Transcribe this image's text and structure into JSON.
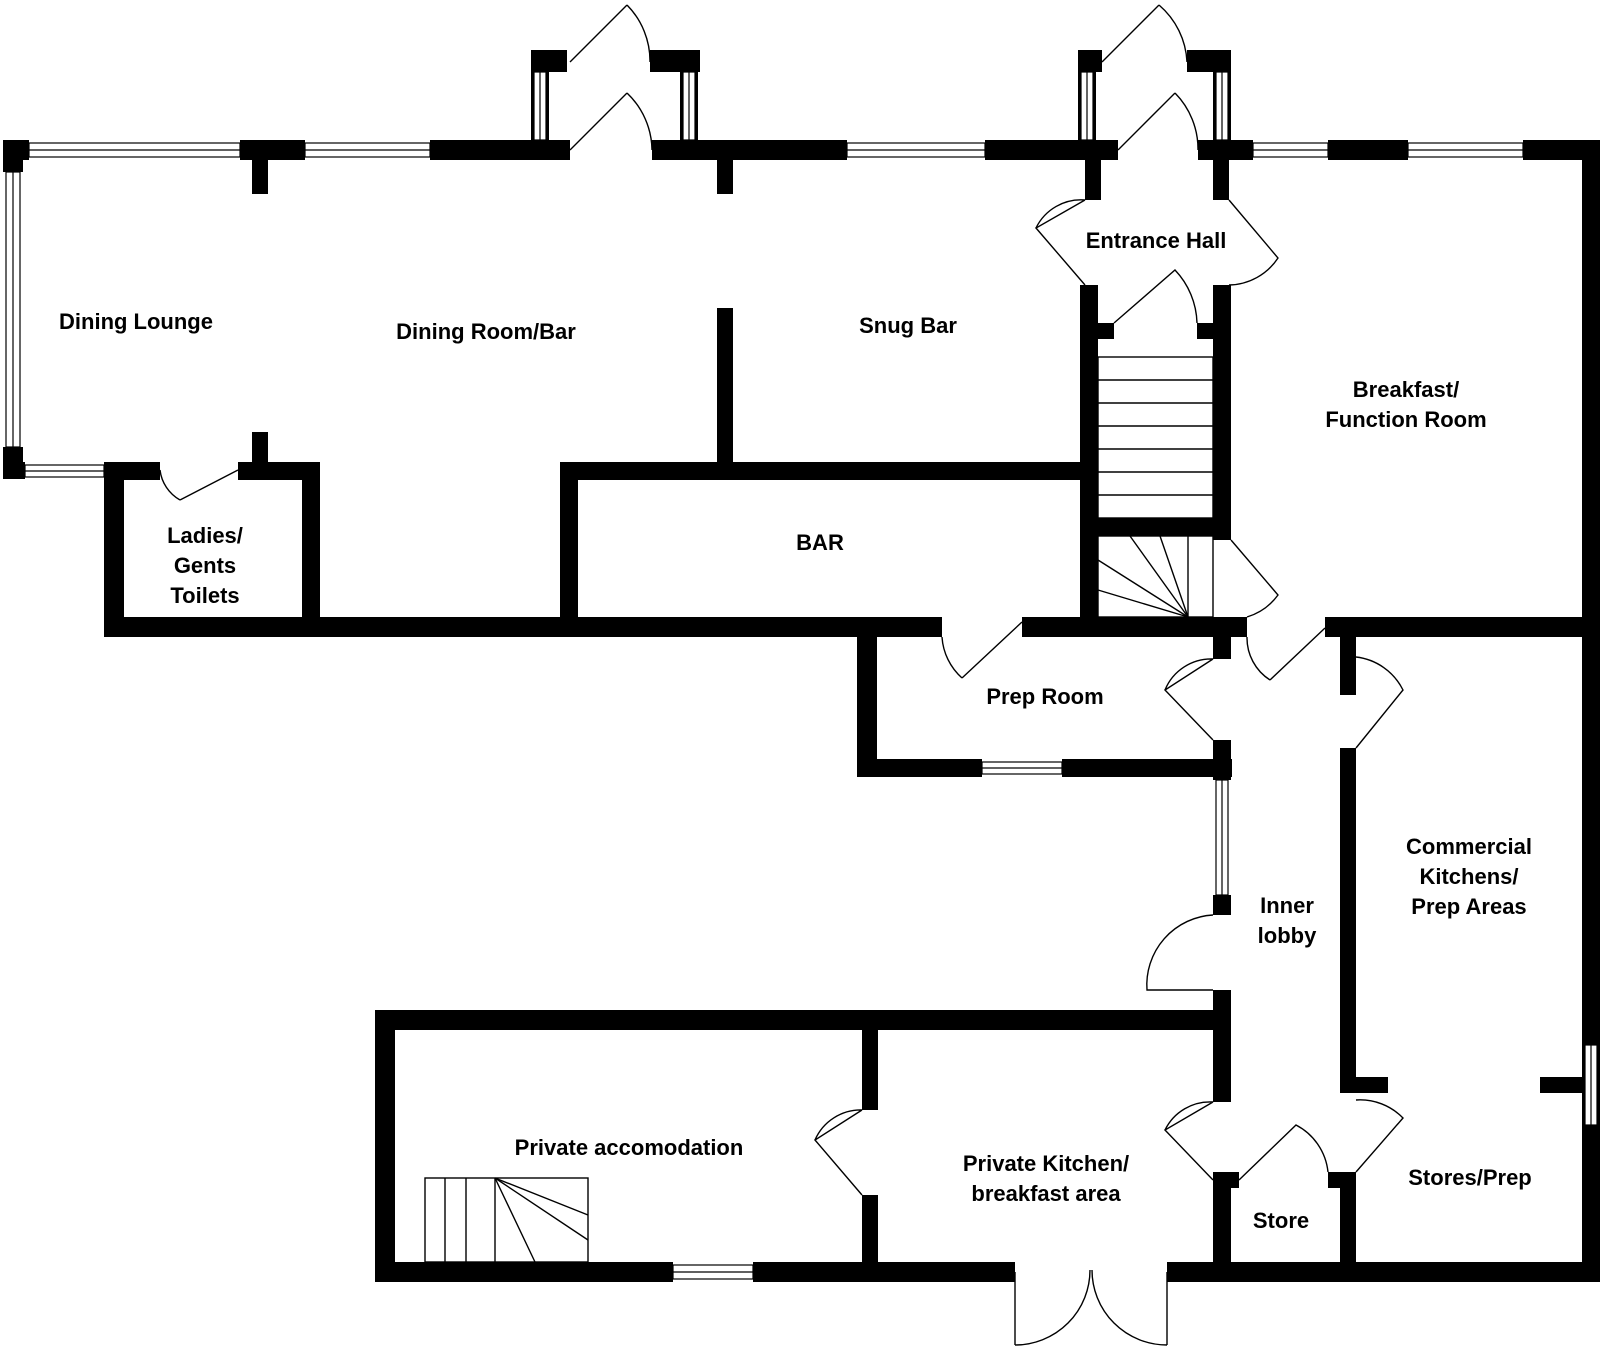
{
  "rooms": {
    "dining_lounge": "Dining Lounge",
    "dining_room_bar": "Dining Room/Bar",
    "snug_bar": "Snug Bar",
    "entrance_hall": "Entrance Hall",
    "breakfast_function_line1": "Breakfast/",
    "breakfast_function_line2": "Function Room",
    "toilets_line1": "Ladies/",
    "toilets_line2": "Gents",
    "toilets_line3": "Toilets",
    "bar": "BAR",
    "prep_room": "Prep Room",
    "kitchens_line1": "Commercial",
    "kitchens_line2": "Kitchens/",
    "kitchens_line3": "Prep Areas",
    "inner_lobby_line1": "Inner",
    "inner_lobby_line2": "lobby",
    "private_accommodation": "Private accomodation",
    "private_kitchen_line1": "Private Kitchen/",
    "private_kitchen_line2": "breakfast area",
    "store": "Store",
    "stores_prep": "Stores/Prep"
  }
}
